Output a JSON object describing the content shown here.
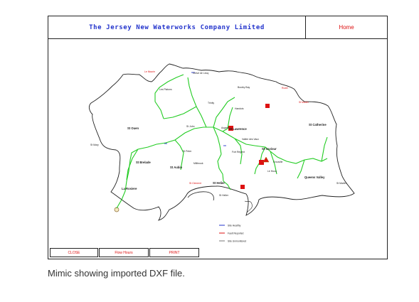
{
  "header": {
    "title": "The Jersey New Waterworks Company Limited",
    "home_label": "Home"
  },
  "map": {
    "places": {
      "st_ouen": "St Ouen",
      "st_mary": "St Mary",
      "st_martin": "St Martin",
      "trinity": "Trinity",
      "st_john": "St John",
      "st_peter": "St Peter",
      "st_lawrence": "St Lawrence",
      "st_helier": "St Helier",
      "st_clement": "St Clement",
      "grouville": "Grouville",
      "st_catherine": "St Catherine",
      "st_aubin": "St Aubin",
      "st_brelade": "St Brelade",
      "st_saviour": "St Saviour",
      "la_rosiere": "La Rosiere",
      "queens_valley": "Queens Valley",
      "le_mourin": "Le Mourin",
      "bouley_bay": "Bouley Bay",
      "rozel": "Rozel",
      "handois": "Handois",
      "millbrook": "Millbrook",
      "greve_de_lecq": "Greve de Lecq",
      "le_hocq": "Le Hocq",
      "fort_regent": "Fort Regent",
      "augres": "Augres",
      "les_platons": "Les Platons",
      "vallee_des_vaux": "Vallee des Vaux"
    },
    "legend": {
      "site_healthy": "Site Healthy",
      "fault_reported": "Fault Reported",
      "site_unmonitored": "Site Unmonitored"
    },
    "colors": {
      "coast": "#222222",
      "pipe": "#22cc22",
      "fault": "#dd1111",
      "healthy": "#2233cc"
    }
  },
  "buttons": {
    "close": "CLOSE",
    "flow_hours": "Flow Hours",
    "print": "PRINT"
  },
  "caption": "Mimic showing imported DXF file."
}
